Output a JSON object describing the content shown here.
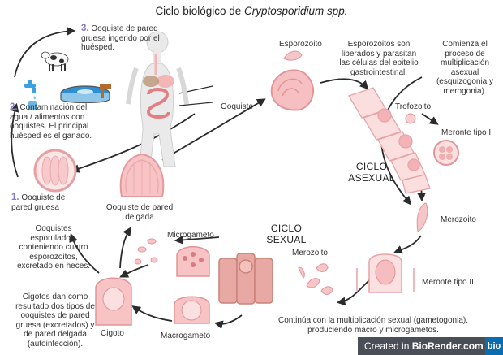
{
  "title": {
    "prefix": "Ciclo biológico de ",
    "species": "Cryptosporidium spp."
  },
  "steps": {
    "step1": {
      "num": "1.",
      "text": "Ooquiste de pared gruesa"
    },
    "step2": {
      "num": "2.",
      "text": "Contaminación del agua / alimentos con ooquistes. El principal huésped es el ganado."
    },
    "step3": {
      "num": "3.",
      "text": "Ooquiste de pared gruesa ingerido por el huésped."
    }
  },
  "labels": {
    "ooquiste": "Ooquiste",
    "esporozoito": "Esporozoito",
    "esporozoitos_liberados": "Esporozoitos son liberados y parasitan las células del epitelio gastrointestinal.",
    "comienza_asexual": "Comienza el proceso de multiplicación asexual (esquizogonia y merogonia).",
    "trofozoito": "Trofozoito",
    "meronte_i": "Meronte tipo I",
    "ciclo_asexual": "CICLO ASEXUAL",
    "merozoito_1": "Merozoito",
    "merozoito_2": "Merozoito",
    "meronte_ii": "Meronte tipo II",
    "sexual_mult": "Continúa con la multiplicación sexual (gametogonia), produciendo macro y microgametos.",
    "ciclo_sexual": "CICLO SEXUAL",
    "microgameto": "Microgameto",
    "macrogameto": "Macrogameto",
    "cigoto": "Cigoto",
    "cigotos_text": "Cigotos dan como resultado dos tipos de ooquistes de pared gruesa (excretados) y de pared delgada (autoinfección).",
    "ooquistes_esporulados": "Ooquistes esporulados, conteniendo cuatro esporozoitos, excretado en heces.",
    "ooquiste_delgada": "Ooquiste de pared delgada"
  },
  "badge": {
    "prefix": "Created in ",
    "brand": "BioRender.com",
    "logo": "bio"
  },
  "colors": {
    "pink": "#f4b8b8",
    "pink_dark": "#e08f92",
    "step_number": "#8a76c8",
    "arrow": "#2b2b2b",
    "badge_bg": "#4a4f57",
    "water": "#3aa0e0"
  },
  "icons": [
    "cow-icon",
    "water-tap-icon",
    "water-tank-icon",
    "human-silhouette-icon"
  ]
}
